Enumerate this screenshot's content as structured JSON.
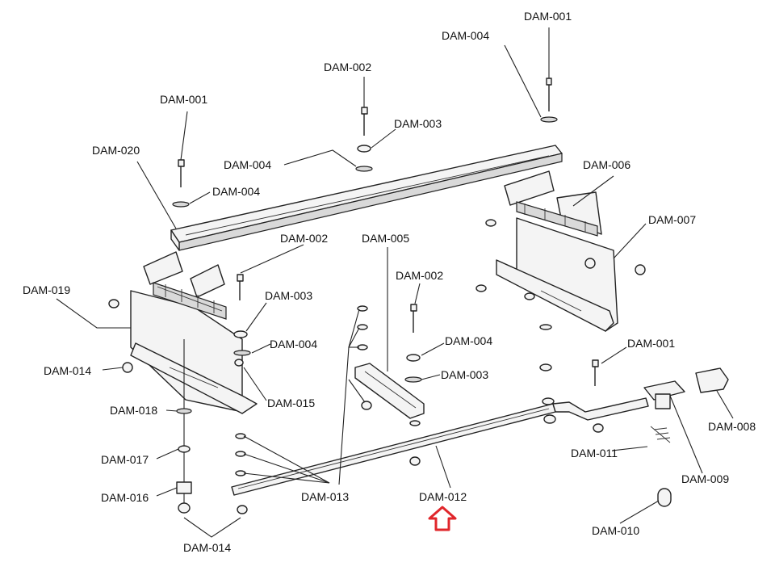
{
  "labels": {
    "l01": "DAM-001",
    "l02": "DAM-004",
    "l03": "DAM-002",
    "l04": "DAM-003",
    "l05": "DAM-001",
    "l06": "DAM-020",
    "l07": "DAM-004",
    "l08": "DAM-004",
    "l09": "DAM-006",
    "l10": "DAM-007",
    "l11": "DAM-002",
    "l12": "DAM-005",
    "l13": "DAM-002",
    "l14": "DAM-019",
    "l15": "DAM-003",
    "l16": "DAM-004",
    "l17": "DAM-004",
    "l18": "DAM-003",
    "l19": "DAM-001",
    "l20": "DAM-014",
    "l21": "DAM-015",
    "l22": "DAM-018",
    "l23": "DAM-008",
    "l24": "DAM-011",
    "l25": "DAM-017",
    "l26": "DAM-009",
    "l27": "DAM-016",
    "l28": "DAM-013",
    "l29": "DAM-012",
    "l30": "DAM-010",
    "l31": "DAM-014"
  },
  "colors": {
    "highlight_arrow": "#e0262b",
    "line": "#222222"
  }
}
